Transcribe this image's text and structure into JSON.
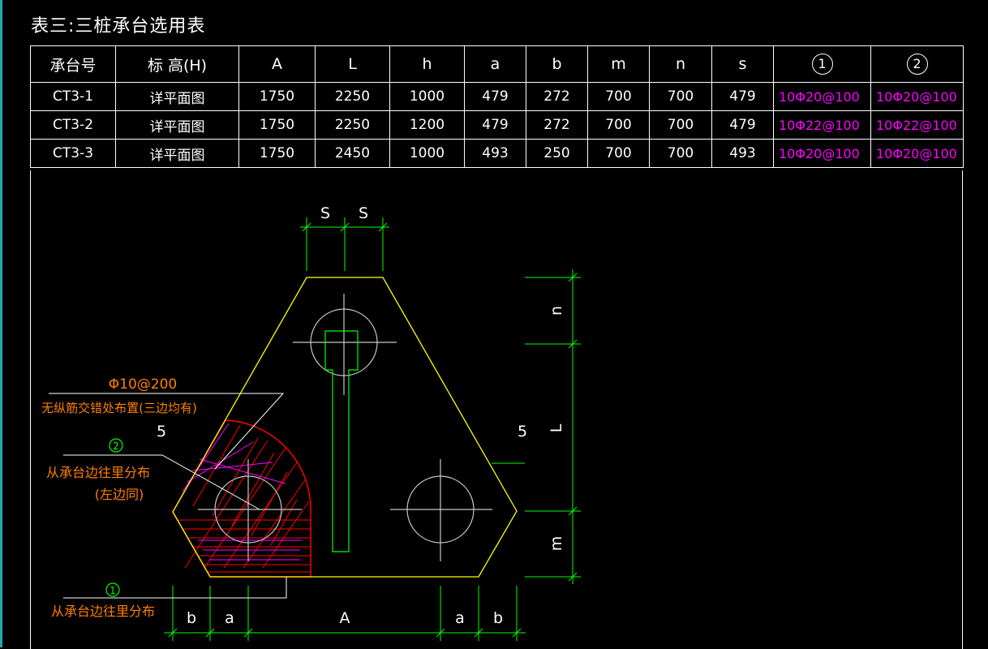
{
  "title": "表三:三桩承台选用表",
  "table": {
    "headers": [
      "承台号",
      "标 高(H)",
      "A",
      "L",
      "h",
      "a",
      "b",
      "m",
      "n",
      "s",
      "1",
      "2"
    ],
    "rows": [
      [
        "CT3-1",
        "详平面图",
        "1750",
        "2250",
        "1000",
        "479",
        "272",
        "700",
        "700",
        "479",
        "10Φ20@100",
        "10Φ20@100"
      ],
      [
        "CT3-2",
        "详平面图",
        "1750",
        "2250",
        "1200",
        "479",
        "272",
        "700",
        "700",
        "479",
        "10Φ22@100",
        "10Φ22@100"
      ],
      [
        "CT3-3",
        "详平面图",
        "1750",
        "2450",
        "1000",
        "493",
        "250",
        "700",
        "700",
        "493",
        "10Φ20@100",
        "10Φ20@100"
      ]
    ]
  },
  "drawing": {
    "top_dims": [
      "S",
      "S"
    ],
    "right_dims": [
      "n",
      "L",
      "m"
    ],
    "right_mark": "5",
    "bottom_dims": [
      "b",
      "a",
      "A",
      "a",
      "b"
    ],
    "note_rebar": "Φ10@200",
    "note_rebar_desc": "无纵筋交错处布置(三边均有)",
    "note_mark": "5",
    "label2_num": "2",
    "label2_text1": "从承台边往里分布",
    "label2_text2": "(左边同)",
    "label1_num": "1",
    "label1_text": "从承台边往里分布",
    "colors": {
      "outline": "#ffff00",
      "dimension": "#00ff00",
      "rebar_red": "#ff0000",
      "rebar_magenta": "#ff00ff",
      "note_orange": "#ff7f00",
      "pile": "#c8c8c8"
    }
  }
}
